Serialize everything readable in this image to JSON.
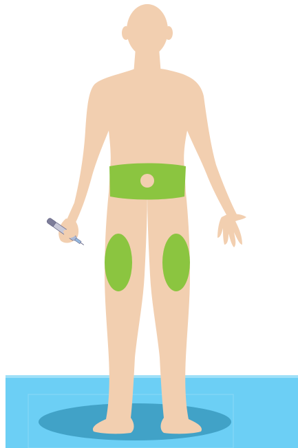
{
  "colors": {
    "background": "#ffffff",
    "skin": "#f2cfb0",
    "injection_zone": "#8bc540",
    "floor": "#6ccff5",
    "floor_edge": "#9fe0f8",
    "floor_inset": "#8ad8f7",
    "shadow": "#2f8fb4",
    "pen_body": "#c9c9d8",
    "pen_cap": "#7d7d99",
    "pen_window": "#aab9d6",
    "pen_tip": "#93b7de",
    "pen_outline": "#6a6a8a"
  },
  "figure": {
    "description_icon": "person-standing-icon",
    "injection_sites": [
      {
        "name": "abdomen"
      },
      {
        "name": "left-thigh"
      },
      {
        "name": "right-thigh"
      }
    ],
    "tool_icon": "insulin-pen-icon"
  }
}
